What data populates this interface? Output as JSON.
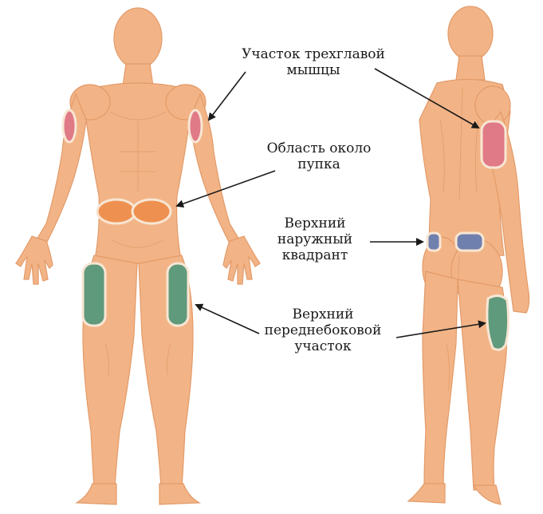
{
  "labels": {
    "triceps": [
      "Участок трехглавой",
      "мышцы"
    ],
    "navel": [
      "Область около",
      "пупка"
    ],
    "upper_outer_quadrant": [
      "Верхний",
      "наружный",
      "квадрант"
    ],
    "anterolateral_thigh": [
      "Верхний",
      "переднебоковой",
      "участок"
    ]
  },
  "colors": {
    "skin": "#f2b486",
    "skin_shade": "#e39a69",
    "skin_light": "#f7cba6",
    "triceps_zone": "#e07a86",
    "navel_zone": "#ee9150",
    "quadrant_zone": "#6f7fae",
    "thigh_zone": "#5f9a7c",
    "zone_outline": "#f8e6d4",
    "arrow": "#1a1a1a"
  }
}
